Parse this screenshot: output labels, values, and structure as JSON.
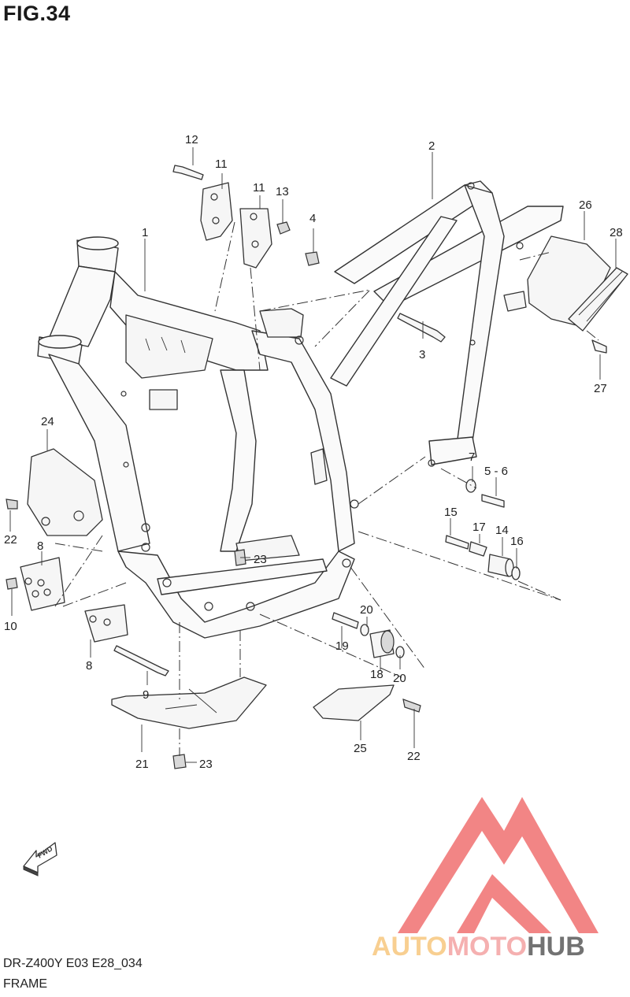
{
  "figure": {
    "title": "FIG.34",
    "model_code": "DR-Z400Y E03 E28_034",
    "section_name": "FRAME"
  },
  "callouts": [
    {
      "id": "c1",
      "label": "1"
    },
    {
      "id": "c2",
      "label": "2"
    },
    {
      "id": "c3",
      "label": "3"
    },
    {
      "id": "c4",
      "label": "4"
    },
    {
      "id": "c5_6",
      "label": "5 - 6"
    },
    {
      "id": "c7",
      "label": "7"
    },
    {
      "id": "c8a",
      "label": "8"
    },
    {
      "id": "c8b",
      "label": "8"
    },
    {
      "id": "c9",
      "label": "9"
    },
    {
      "id": "c10",
      "label": "10"
    },
    {
      "id": "c11a",
      "label": "11"
    },
    {
      "id": "c11b",
      "label": "11"
    },
    {
      "id": "c12",
      "label": "12"
    },
    {
      "id": "c13",
      "label": "13"
    },
    {
      "id": "c14",
      "label": "14"
    },
    {
      "id": "c15",
      "label": "15"
    },
    {
      "id": "c16",
      "label": "16"
    },
    {
      "id": "c17",
      "label": "17"
    },
    {
      "id": "c18",
      "label": "18"
    },
    {
      "id": "c19",
      "label": "19"
    },
    {
      "id": "c20a",
      "label": "20"
    },
    {
      "id": "c20b",
      "label": "20"
    },
    {
      "id": "c21",
      "label": "21"
    },
    {
      "id": "c22a",
      "label": "22"
    },
    {
      "id": "c22b",
      "label": "22"
    },
    {
      "id": "c23a",
      "label": "23"
    },
    {
      "id": "c23b",
      "label": "23"
    },
    {
      "id": "c24",
      "label": "24"
    },
    {
      "id": "c25",
      "label": "25"
    },
    {
      "id": "c26",
      "label": "26"
    },
    {
      "id": "c27",
      "label": "27"
    },
    {
      "id": "c28",
      "label": "28"
    }
  ],
  "direction_marker": {
    "label": "FWD",
    "icon": "fwd-arrow-icon"
  },
  "watermark": {
    "brand_part1": "AUTO",
    "brand_part2": "MOTO",
    "brand_part3": "HUB",
    "colors": {
      "auto": "#f7c77e",
      "moto": "#f4a3a3",
      "hub": "#5a5a5a",
      "triangle": "#f07070"
    }
  }
}
